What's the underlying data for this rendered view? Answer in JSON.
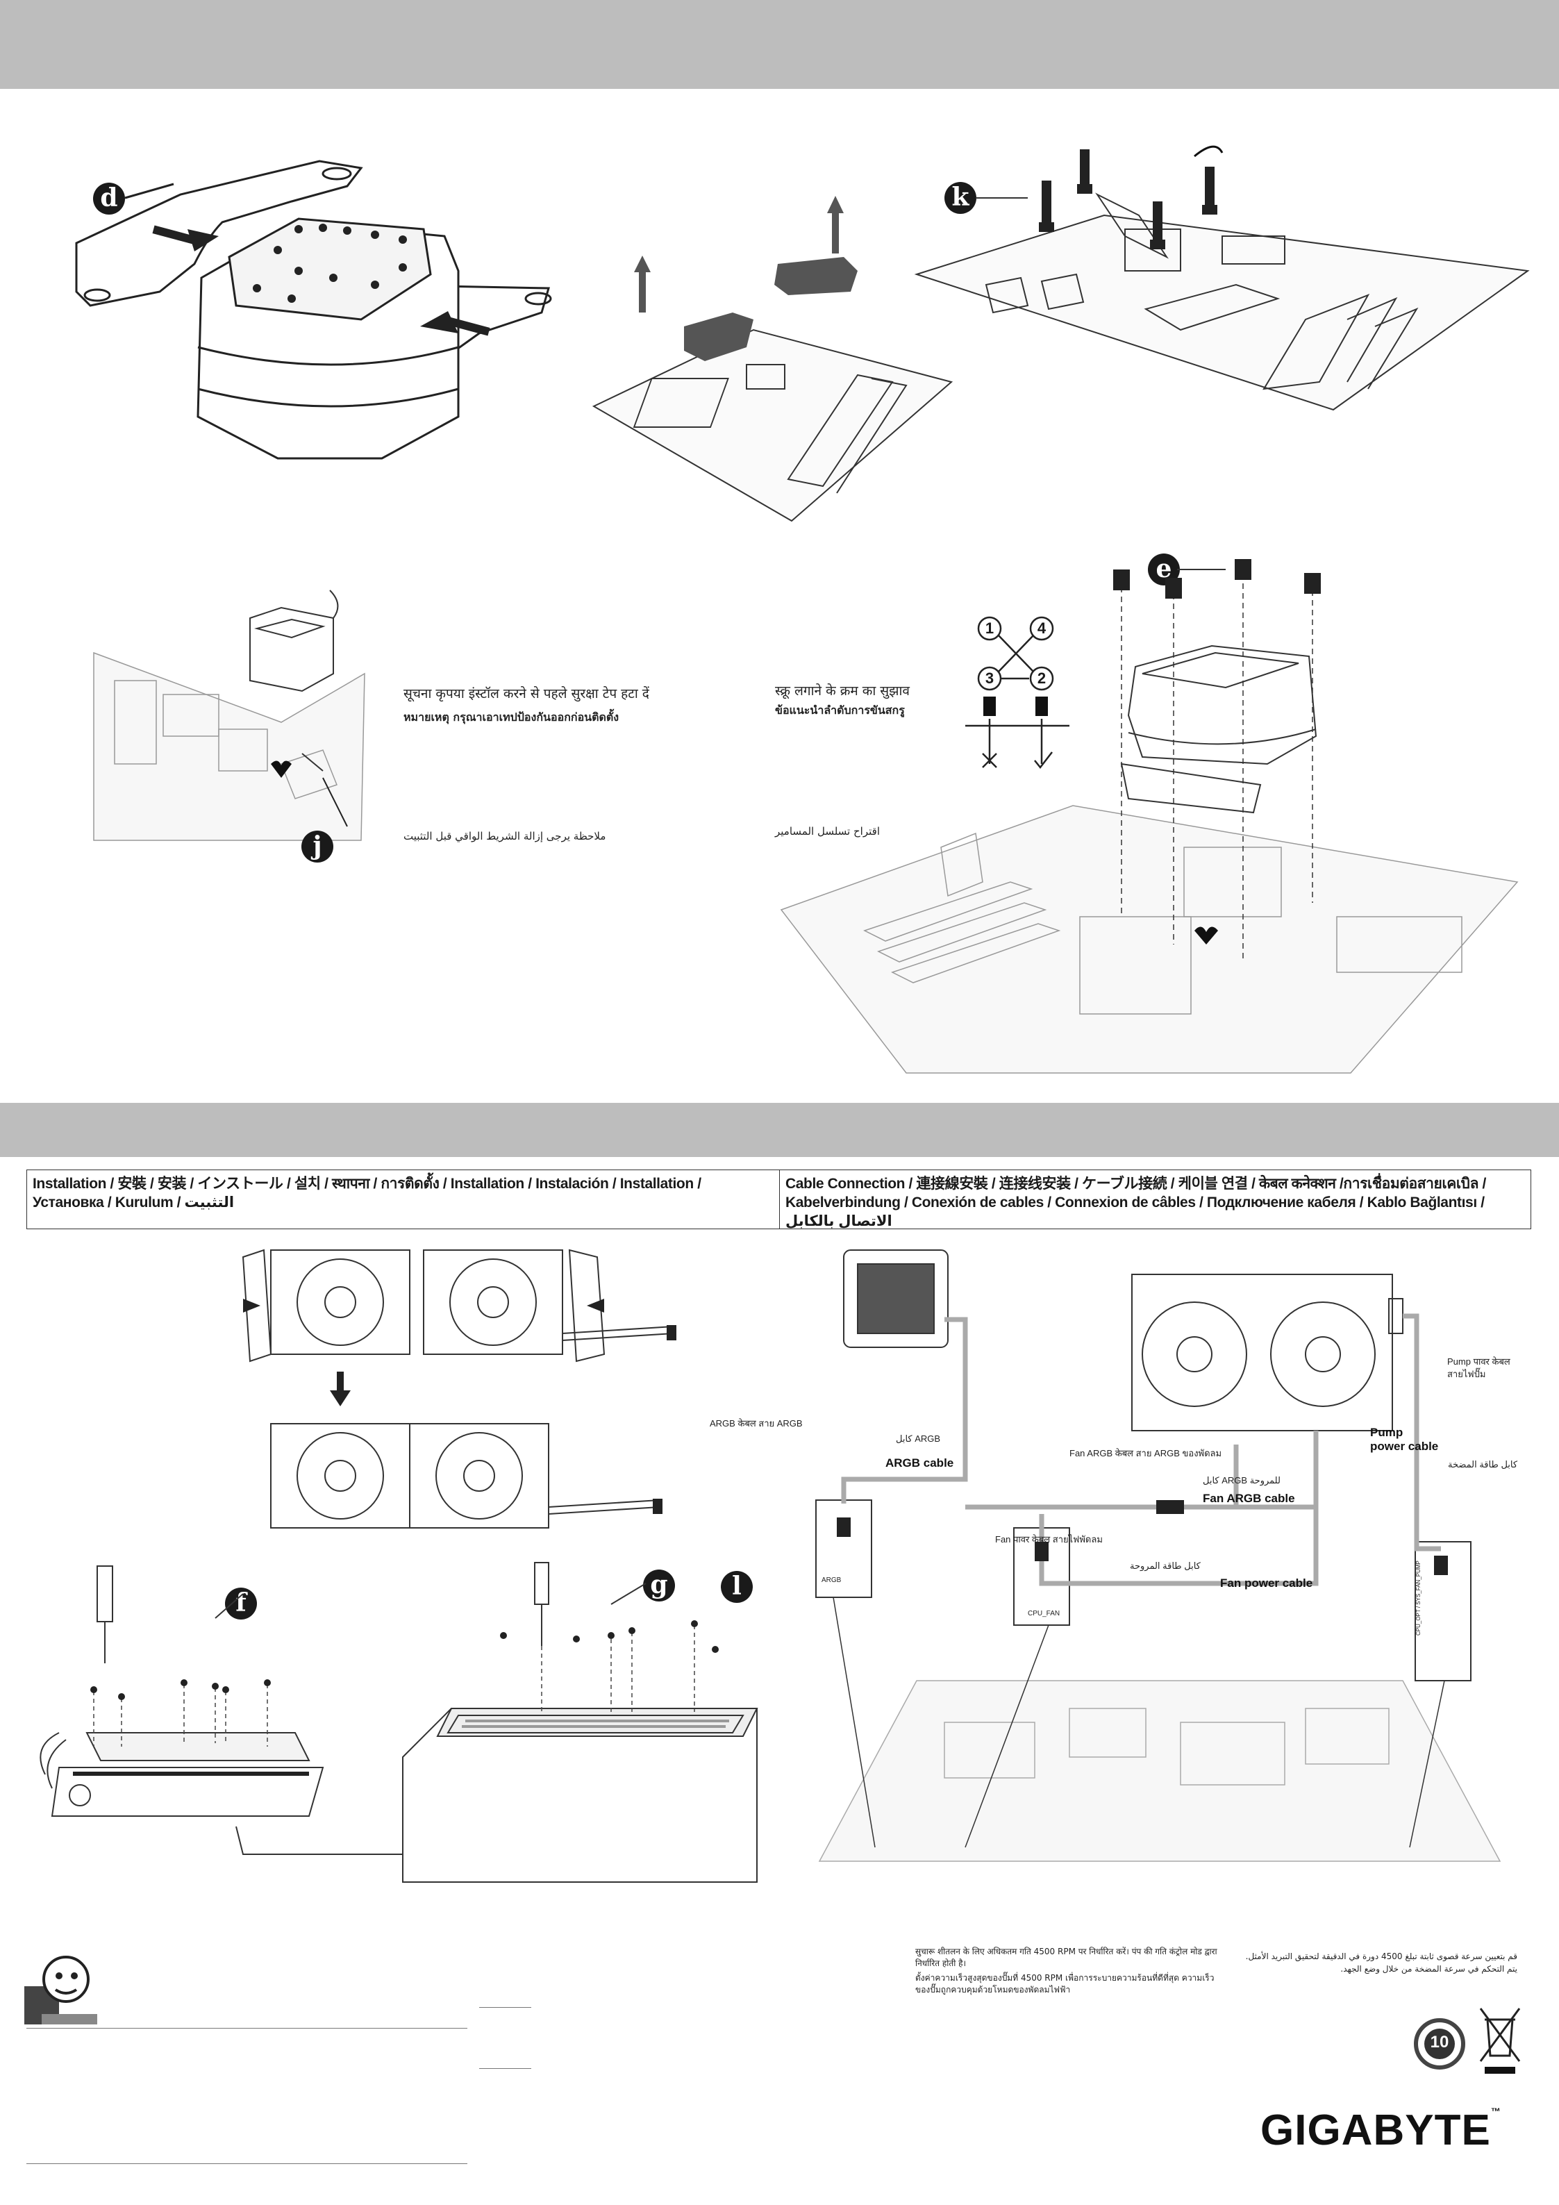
{
  "markers": {
    "d": "d",
    "k": "k",
    "j": "j",
    "e": "e",
    "f": "f",
    "g": "g",
    "l": "l"
  },
  "notes": {
    "hindi_tape": "सूचना  कृपया इंस्टॉल करने से पहले सुरक्षा टेप हटा दें",
    "thai_tape": "หมายเหตุ  กรุณาเอาเทปป้องกันออกก่อนติดตั้ง",
    "arabic_tape": "ملاحظة  يرجى إزالة الشريط الواقي قبل التثبيت",
    "hindi_screw": "स्क्रू लगाने के क्रम का सुझाव",
    "thai_screw": "ข้อแนะนำลำดับการขันสกรู",
    "arabic_screw": "اقتراح تسلسل المسامير"
  },
  "screw_order": [
    "1",
    "4",
    "3",
    "2"
  ],
  "headers": {
    "installation": "Installation / 安裝 / 安装 / インストール / 설치 / स्थापना / การติดตั้ง /  Installation / Instalación / Installation / Установка / Kurulum / التثبيت",
    "cable": "Cable Connection / 連接線安裝 / 连接线安装 / ケーブル接続 / 케이블 연결 / केबल कनेक्शन /การเชื่อมต่อสายเคเบิล / Kabelverbindung / Conexión de cables / Connexion de câbles / Подключение кабеля / Kablo Bağlantısı / الاتصال بالكابل"
  },
  "cable_labels": {
    "argb_hi_th": "ARGB केबल  สาย ARGB",
    "argb_ar": "كابل ARGB",
    "argb_en": "ARGB cable",
    "fan_argb_hi_th": "Fan ARGB केबल   สาย ARGB ของพัดลม",
    "fan_argb_ar": "كابل ARGB للمروحة",
    "fan_argb_en": "Fan ARGB cable",
    "fan_power_hi_th": "Fan पावर केबल     สายไฟพัดลม",
    "fan_power_ar": "كابل طاقة المروحة",
    "fan_power_en": "Fan power cable",
    "pump_hi_th": "Pump पावर केबल\nสายไฟปั๊ม",
    "pump_en": "Pump\npower cable",
    "pump_ar": "كابل طاقة المضخة",
    "argb_header": "ARGB",
    "cpu_fan_header": "CPU_FAN",
    "pump_header": "CPU_OPT / SYS_FAN_PUMP"
  },
  "footnotes": {
    "hindi": "सुचारू शीतलन के लिए अधिकतम गति 4500 RPM पर निर्धारित करें। पंप की गति कंट्रोल मोड द्वारा निर्धारित होती है।",
    "thai": "ตั้งค่าความเร็วสูงสุดของปั๊มที่ 4500 RPM เพื่อการระบายความร้อนที่ดีที่สุด ความเร็วของปั๊มถูกควบคุมด้วยโหมดของพัดลมไฟฟ้า",
    "arabic": "قم بتعيين سرعة قصوى ثابتة تبلغ 4500 دورة في الدقيقة لتحقيق التبريد الأمثل. يتم التحكم في سرعة المضخة من خلال وضع الجهد."
  },
  "brand": {
    "name": "GIGABYTE",
    "tm": "™",
    "env_years": "10"
  }
}
